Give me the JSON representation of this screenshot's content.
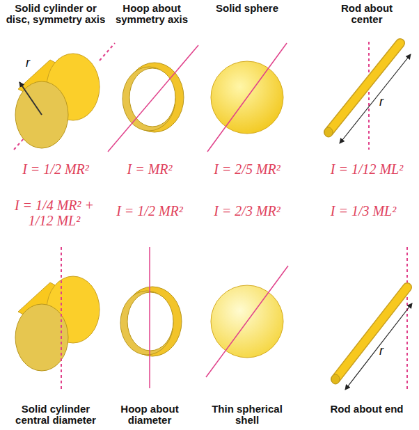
{
  "diagram": {
    "labels": [
      "Solid cylinder or disc, symmetry axis",
      "Hoop about symmetry axis",
      "Solid sphere",
      "Rod about center",
      "r",
      "r",
      "I = 1/2 MR²",
      "I = MR²",
      "I = 2/5 MR²",
      "I = 1/12 ML²",
      "I = 1/4 MR² + 1/12 ML²",
      "I = 1/2 MR²",
      "I = 2/3 MR²",
      "I = 1/3 ML²",
      "r",
      "Solid cylinder central diameter",
      "Hoop about diameter",
      "Thin spherical shell",
      "Rod about end"
    ]
  }
}
